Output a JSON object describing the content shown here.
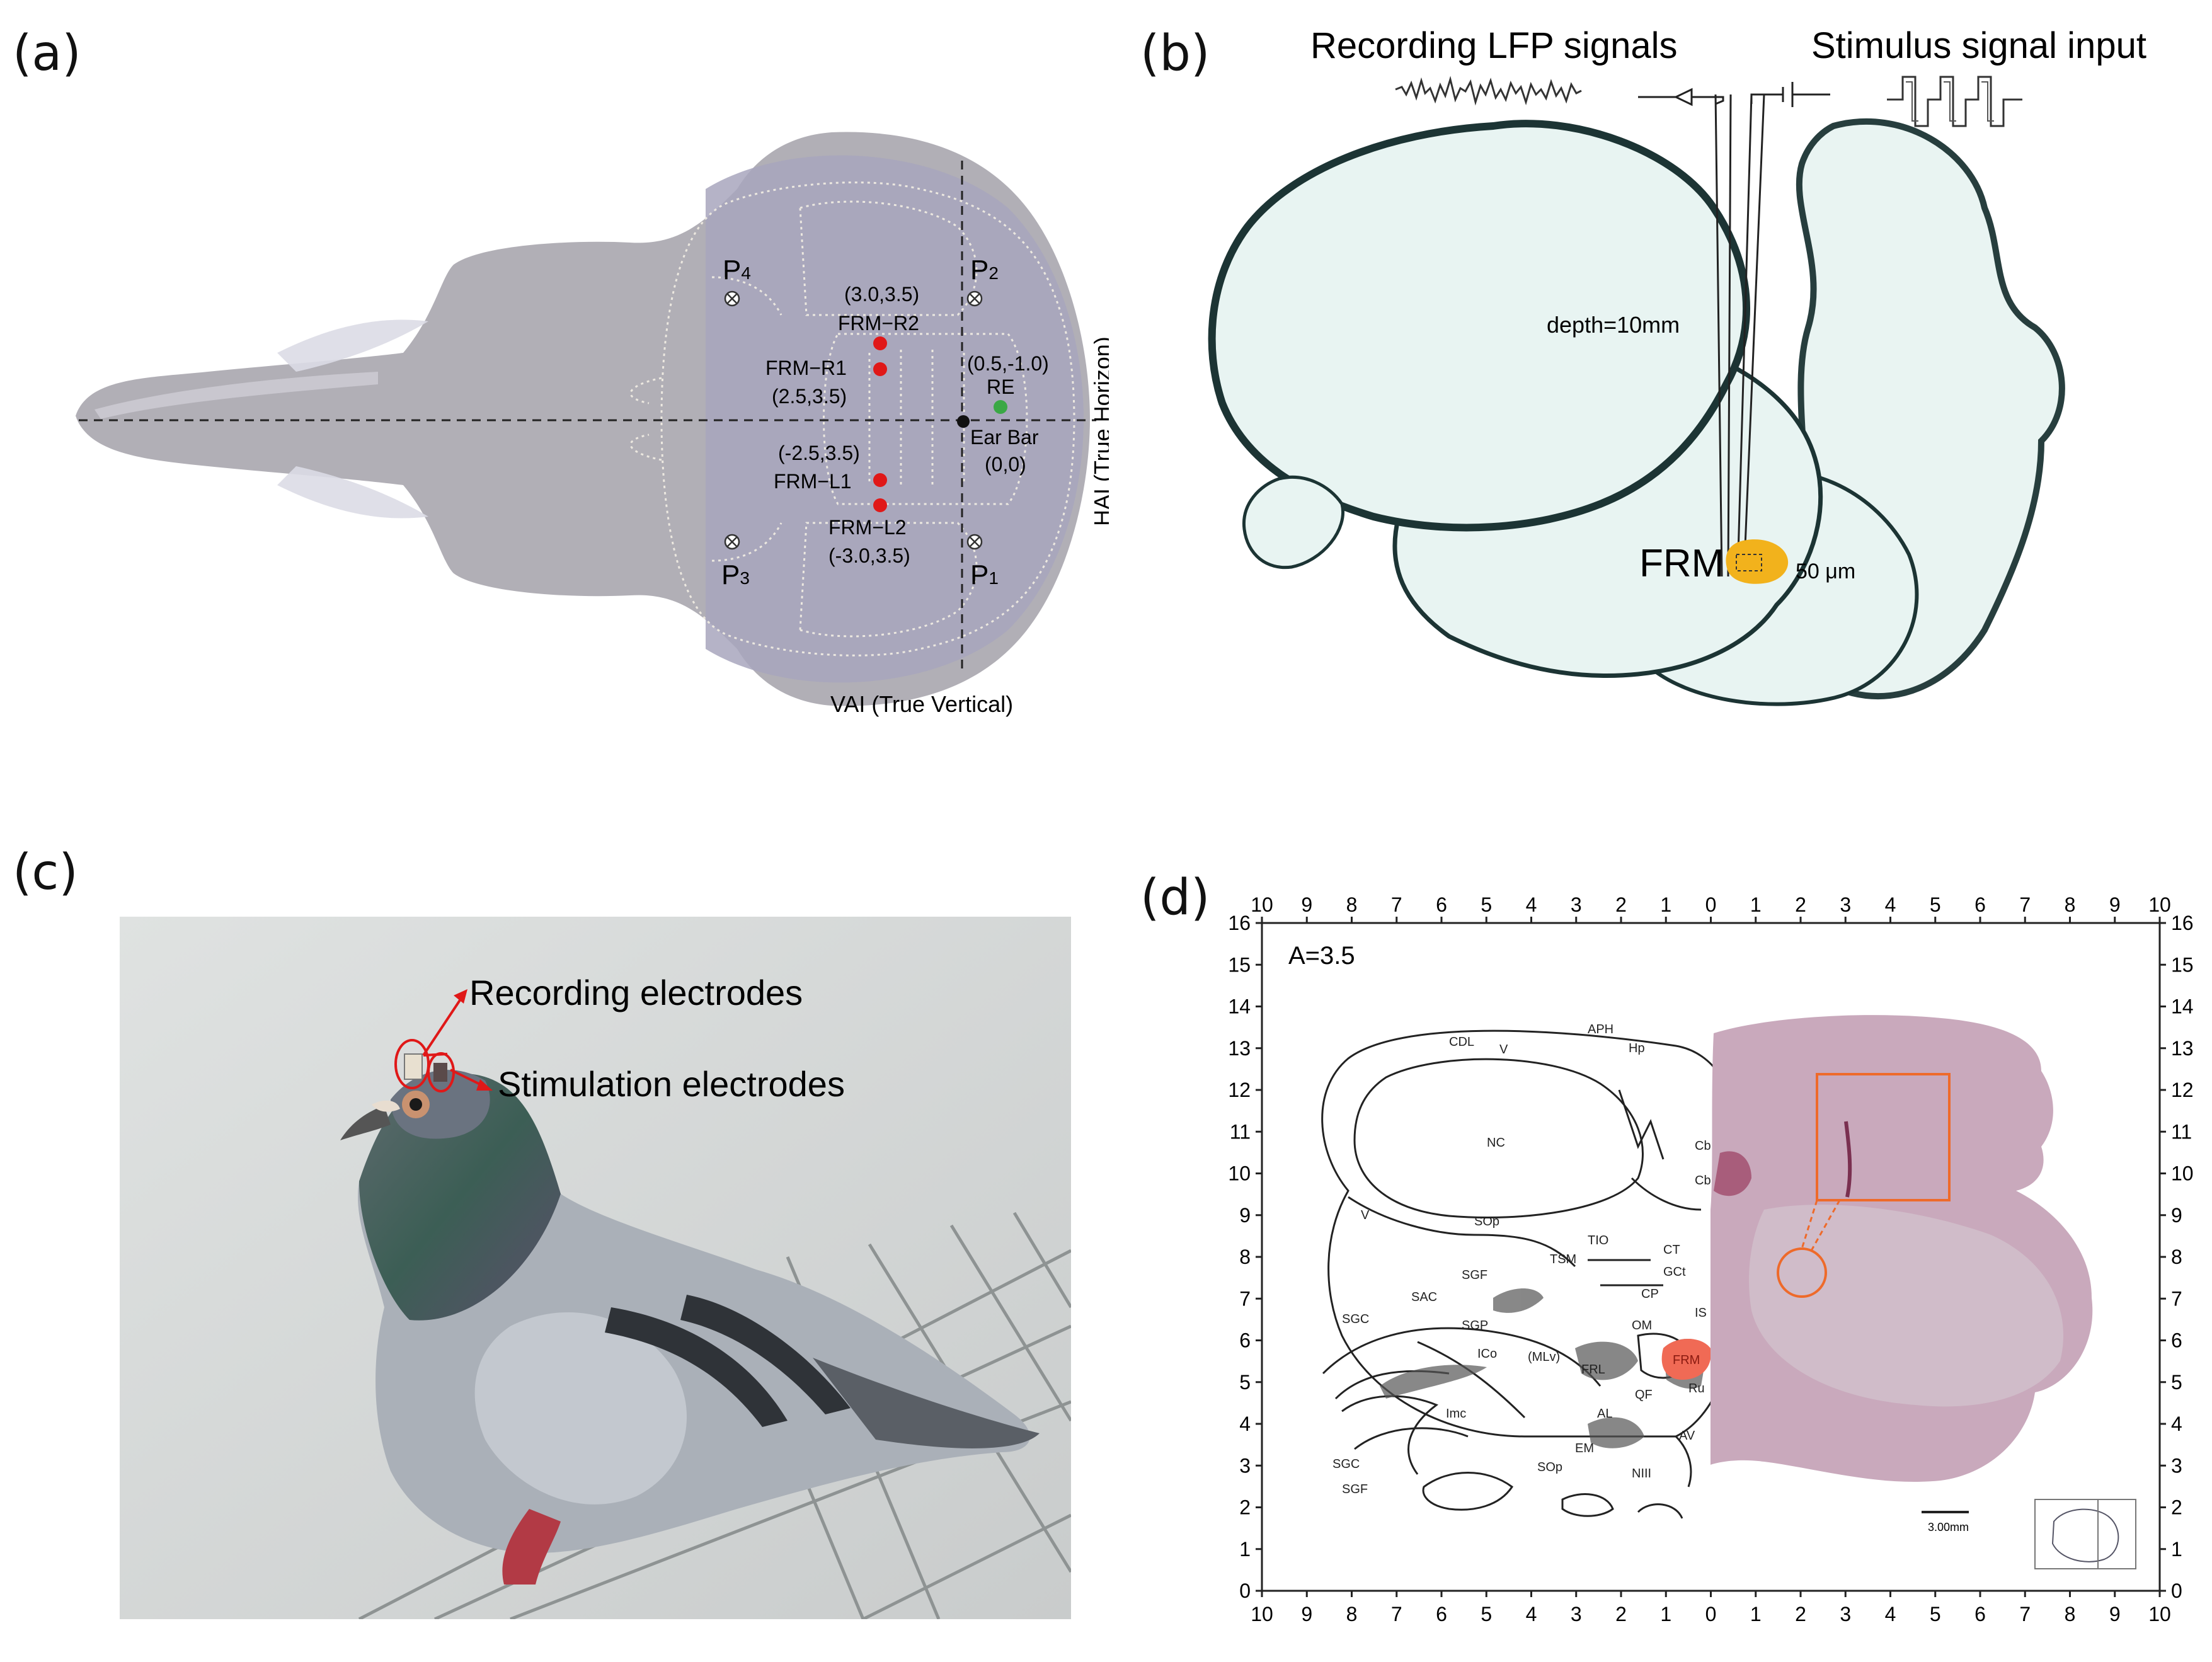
{
  "panels": {
    "a": {
      "label": "(a)",
      "points": {
        "p4": "P4",
        "p2": "P2",
        "p3": "P3",
        "p1": "P1",
        "p4_main": "P",
        "p4_sub": "4",
        "p2_main": "P",
        "p2_sub": "2",
        "p3_main": "P",
        "p3_sub": "3",
        "p1_main": "P",
        "p1_sub": "1"
      },
      "sites": {
        "r2_coord": "(3.0,3.5)",
        "r2_name": "FRM−R2",
        "r1_name": "FRM−R1",
        "r1_coord": "(2.5,3.5)",
        "l1_coord": "(-2.5,3.5)",
        "l1_name": "FRM−L1",
        "l2_name": "FRM−L2",
        "l2_coord": "(-3.0,3.5)",
        "re_coord": "(0.5,-1.0)",
        "re_name": "RE",
        "ear_name": "Ear Bar",
        "ear_coord": "(0,0)"
      },
      "axes": {
        "hai": "HAI (True Horizon)",
        "vai": "VAI (True Vertical)"
      },
      "colors": {
        "frm_site": "#e01818",
        "re_site": "#3aa845",
        "ear_bar": "#111111",
        "skull": "#a9a6ae"
      }
    },
    "b": {
      "label": "(b)",
      "recording": "Recording LFP signals",
      "stimulus": "Stimulus signal input",
      "depth": "depth=10mm",
      "frm": "FRM",
      "size": "50 μm",
      "colors": {
        "frm_region": "#f2b21c",
        "brain_edge": "#1c3434",
        "brain_fill": "#e8f4f2"
      }
    },
    "c": {
      "label": "(c)",
      "recording_electrodes": "Recording electrodes",
      "stimulation_electrodes": "Stimulation electrodes",
      "colors": {
        "annotation": "#e01818"
      }
    },
    "d": {
      "label": "(d)",
      "section": "A=3.5",
      "top_ticks": [
        "10",
        "9",
        "8",
        "7",
        "6",
        "5",
        "4",
        "3",
        "2",
        "1",
        "0",
        "1",
        "2",
        "3",
        "4",
        "5",
        "6",
        "7",
        "8",
        "9",
        "10"
      ],
      "side_ticks": [
        "16",
        "15",
        "14",
        "13",
        "12",
        "11",
        "10",
        "9",
        "8",
        "7",
        "6",
        "5",
        "4",
        "3",
        "2",
        "1",
        "0"
      ],
      "regions": [
        "APH",
        "CDL",
        "V",
        "Hp",
        "NC",
        "Cb",
        "Cb",
        "SOp",
        "CT",
        "TIO",
        "TSM",
        "SGF",
        "SAC",
        "SGC",
        "SGP",
        "ICo",
        "(MLv)",
        "OM",
        "FRM",
        "FRL",
        "QF",
        "AL",
        "Ru",
        "Imc",
        "AV",
        "EM",
        "SOp",
        "NIII",
        "SGC",
        "SGF",
        "V",
        "GCt",
        "CP",
        "IS"
      ],
      "scale": "3.00mm",
      "colors": {
        "frm_region": "#f06a55",
        "roi_box": "#ee6a2a",
        "tissue": "#c9a9bc"
      }
    }
  }
}
